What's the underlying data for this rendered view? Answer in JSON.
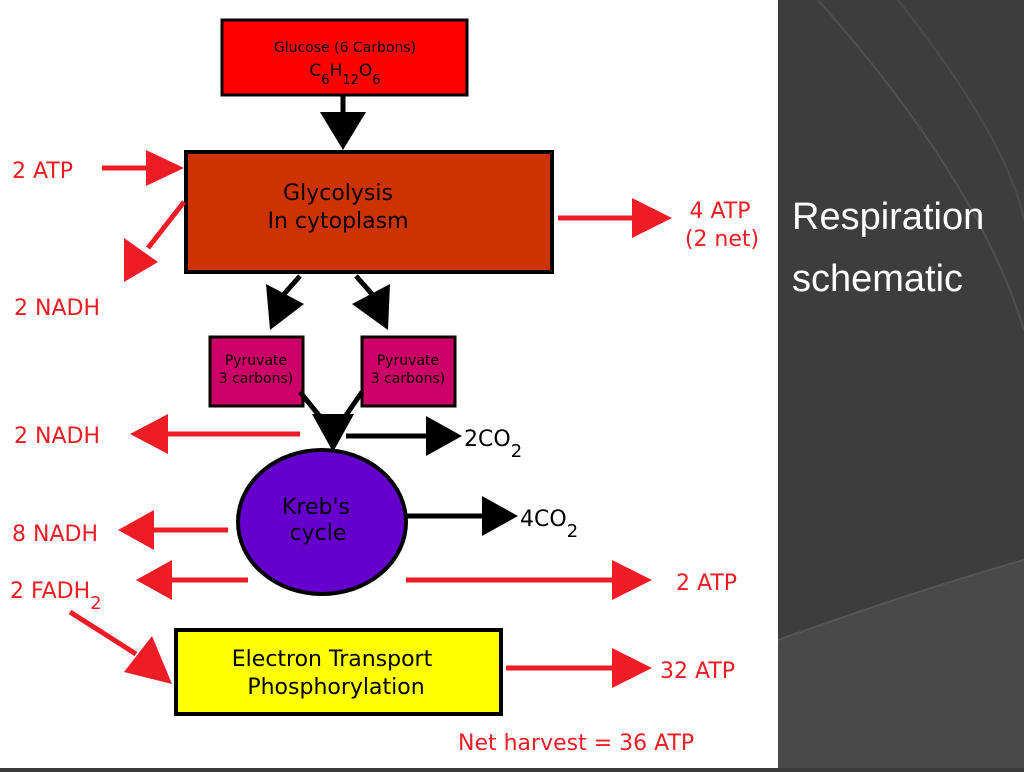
{
  "slide": {
    "title_line1": "Respiration",
    "title_line2": "schematic"
  },
  "diagram": {
    "glucose": {
      "line1": "Glucose (6 Carbons)",
      "formula": "C6H12O6"
    },
    "glycolysis": {
      "line1": "Glycolysis",
      "line2": "In cytoplasm"
    },
    "pyruvate_left": {
      "line1": "Pyruvate",
      "line2": "3 carbons)"
    },
    "pyruvate_right": {
      "line1": "Pyruvate",
      "line2": "3 carbons)"
    },
    "krebs": {
      "line1": "Kreb's",
      "line2": "cycle"
    },
    "etc": {
      "line1": "Electron Transport",
      "line2": "Phosphorylation"
    },
    "labels": {
      "atp_in": "2 ATP",
      "nadh_glycolysis": "2 NADH",
      "atp_out_glycolysis": "4 ATP",
      "atp_net": "(2 net)",
      "nadh_pyruvate": "2 NADH",
      "co2_pyruvate": "2CO2",
      "nadh_krebs": "8 NADH",
      "co2_krebs": "4CO2",
      "fadh2": "2 FADH2",
      "atp_krebs": "2 ATP",
      "atp_etc": "32 ATP",
      "net_harvest": "Net harvest = 36 ATP"
    }
  },
  "colors": {
    "arrow_red": "#ee1c24",
    "glucose_box": "#ff0000",
    "glycolysis_box": "#cc3300",
    "pyruvate_box": "#cc0066",
    "krebs_circle": "#6600cc",
    "etc_box": "#ffff00"
  }
}
